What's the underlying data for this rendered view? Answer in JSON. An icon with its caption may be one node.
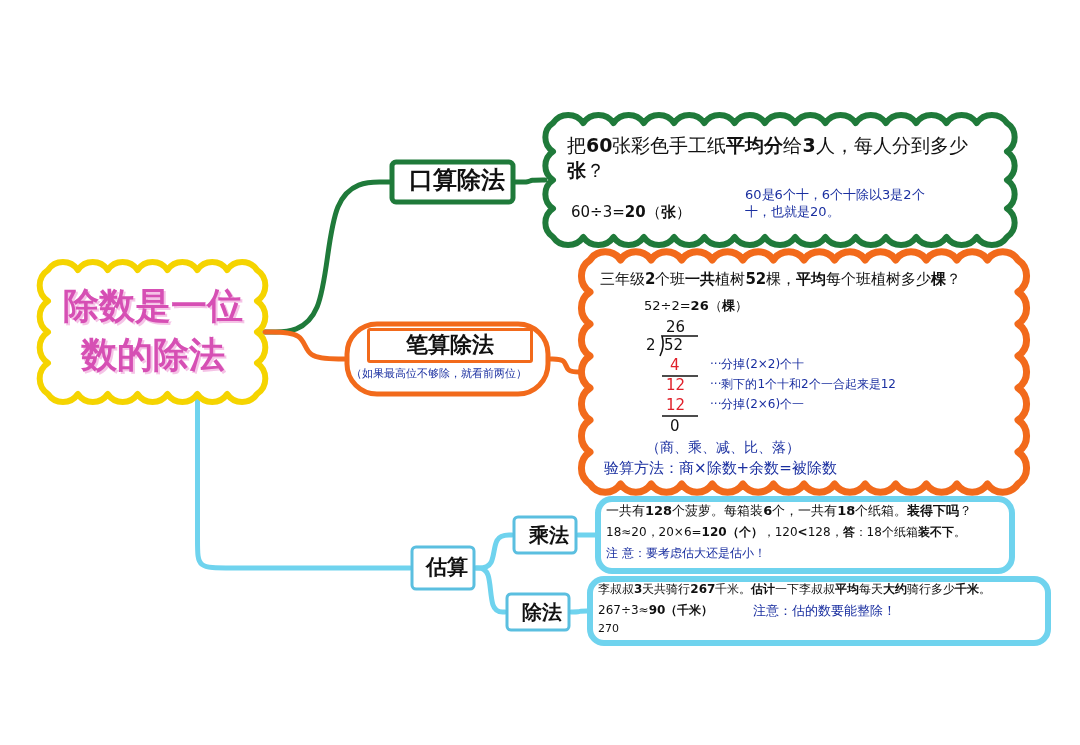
{
  "diagram": {
    "nodes": [
      {
        "text": [
          "除数是一位数的除法"
        ]
      },
      {
        "text": [
          "口算除法"
        ]
      },
      {
        "text": [
          "把**60**张彩色手工纸**平均分**给**3**人，每人分到多少**张**？",
          "60÷3=**20**（**张**）",
          "60是6个十，6个十除以3是2个十，也就是20。"
        ]
      },
      {
        "text": [
          "笔算除法",
          "（如果最高位不够除，就看前两位）"
        ]
      },
      {
        "text": [
          "三年级**2**个班**一共**植树**52**棵，**平均**每个班植树多少**棵**？",
          "52÷2=**26**（**棵**）",
          "26",
          "2",
          "52",
          "4",
          "12",
          "12",
          "0",
          "···分掉(2×2)个十",
          "···剩下的1个十和2个一合起来是12",
          "···分掉(2×6)个一",
          "（商、乘、减、比、落）",
          "验算方法：商×除数+余数=被除数"
        ]
      },
      {
        "text": [
          "估算"
        ]
      },
      {
        "text": [
          "乘法"
        ]
      },
      {
        "text": [
          "一共有**128**个菠萝。每箱装**6**个，一共有**18**个纸箱。**装得下吗**？",
          "18≈20，20×6=**120（个）**，120**<**128，**答**：18个纸箱**装不下**。",
          "注 意：要考虑估大还是估小！"
        ]
      },
      {
        "text": [
          "除法"
        ]
      },
      {
        "text": [
          "李叔叔**3**天共骑行**267**千米。**估计**一下李叔叔**平均**每天**大约**骑行多少**千米**。",
          "267÷3≈**90（千米）**",
          "注意：估的数要能整除！",
          "270"
        ]
      }
    ],
    "edges": [
      {
        "from": 0,
        "to": 1,
        "arrow": "none",
        "color": "#1f7a3a"
      },
      {
        "from": 1,
        "to": 2,
        "arrow": "none",
        "color": "#1f7a3a"
      },
      {
        "from": 0,
        "to": 3,
        "arrow": "none",
        "color": "#f26a1b"
      },
      {
        "from": 3,
        "to": 4,
        "arrow": "none",
        "color": "#f26a1b"
      },
      {
        "from": 0,
        "to": 5,
        "arrow": "none"
      },
      {
        "from": 5,
        "to": 6,
        "arrow": "none"
      },
      {
        "from": 5,
        "to": 8,
        "arrow": "none"
      },
      {
        "from": 6,
        "to": 7,
        "arrow": "none"
      },
      {
        "from": 8,
        "to": 9,
        "arrow": "none"
      }
    ]
  }
}
